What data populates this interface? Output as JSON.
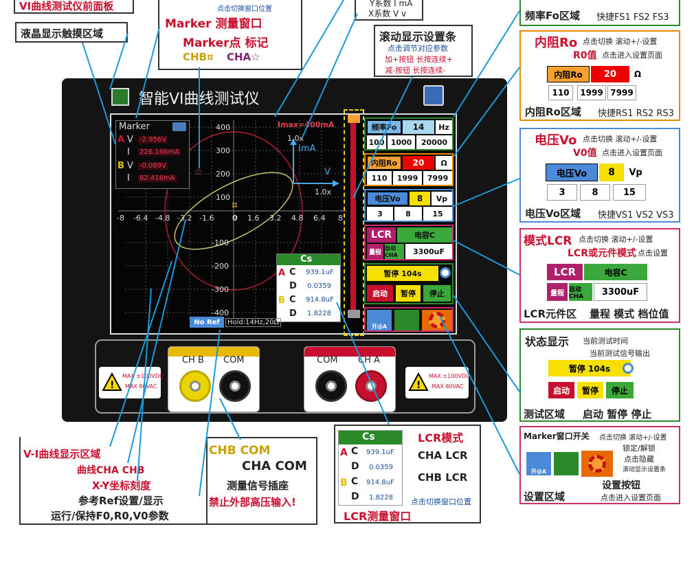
{
  "top_labels": {
    "front_panel": "VI曲线测试仪前面板",
    "lcd_touch": "液晶显示触摸区域",
    "marker_window": "Marker 测量窗口",
    "marker_point_title": "Marker点 标记",
    "marker_point_chb": "CHB",
    "marker_point_cha": "CHA",
    "y_coef": "Y系数 I mA",
    "x_coef": "X系数 V v",
    "frag_marker": "点击切换窗口位置",
    "scroll_title": "滚动显示设置条",
    "scroll_l1": "点击调节对应参数",
    "scroll_l2": "加+按钮 长按连续+",
    "scroll_l3": "减-按钮 长按连续-"
  },
  "device": {
    "title": "智能VI曲线测试仪",
    "no_ref": "No Ref",
    "hold": "Hold:14Hz,20Ω",
    "marker_label": "Marker",
    "imax": "Imax=400mA",
    "x_scale": "1.0x",
    "y_scale": "1.0x",
    "ima": "ImA",
    "v_axis": "V",
    "x_ticks": [
      "-8",
      "-6.4",
      "-4.8",
      "-3.2",
      "-1.6",
      "0",
      "1.6",
      "3.2",
      "4.8",
      "6.4",
      "8"
    ],
    "y_ticks": [
      "400",
      "300",
      "200",
      "100",
      "-100",
      "-200",
      "-300",
      "-400"
    ],
    "marker_rows": [
      {
        "ch": "A",
        "kind": "V",
        "value": "-2.956V"
      },
      {
        "ch": "",
        "kind": "I",
        "value": "226.166mA"
      },
      {
        "ch": "B",
        "kind": "V",
        "value": "-0.089V"
      },
      {
        "ch": "",
        "kind": "I",
        "value": "82.416mA"
      }
    ],
    "cs": {
      "title": "Cs",
      "rows": [
        {
          "ch": "A",
          "k": "C",
          "v": "939.1uF"
        },
        {
          "ch": "",
          "k": "D",
          "v": "0.0359"
        },
        {
          "ch": "B",
          "k": "C",
          "v": "914.8uF"
        },
        {
          "ch": "",
          "k": "D",
          "v": "1.8228"
        }
      ]
    },
    "freq": {
      "label": "频率Fo",
      "value": "14",
      "unit": "Hz",
      "quick": [
        "100",
        "1000",
        "20000"
      ]
    },
    "res": {
      "label": "内阻Ro",
      "value": "20",
      "unit": "Ω",
      "quick": [
        "110",
        "1999",
        "7999"
      ]
    },
    "volt": {
      "label": "电压Vo",
      "value": "8",
      "unit": "Vp",
      "quick": [
        "3",
        "8",
        "15"
      ]
    },
    "lcr": {
      "label": "LCR",
      "mode": "电容C",
      "range": "量程",
      "auto": "自动 CHA",
      "value": "3300uF"
    },
    "status": {
      "text": "暂停 104s"
    },
    "btns": {
      "start": "启动",
      "pause": "暂停",
      "stop": "停止"
    },
    "setting": {
      "lock": "开@A"
    },
    "jack_left": {
      "a": "CH B",
      "b": "COM"
    },
    "jack_right": {
      "a": "COM",
      "b": "CH A"
    },
    "warn": {
      "l1": "MAX ±100VDC",
      "l2": "MAX 80VAC"
    }
  },
  "right_panels": {
    "freq_region": "频率Fo区域",
    "freq_quick": "快捷FS1 FS2 FS3",
    "res_title": "内阻Ro",
    "res_desc1": "点击切换 滚动+/-设置",
    "res_desc2": "R0值",
    "res_desc3": "点击进入设置页面",
    "res_region": "内阻Ro区域",
    "res_quick": "快捷RS1 RS2 RS3",
    "volt_title": "电压Vo",
    "volt_desc1": "点击切换 滚动+/-设置",
    "volt_desc2": "V0值",
    "volt_desc3": "点击进入设置页面",
    "volt_region": "电压Vo区域",
    "volt_quick": "快捷VS1 VS2 VS3",
    "mode_title": "模式LCR",
    "mode_desc1": "点击切换 滚动+/-设置",
    "mode_desc2": "LCR或元件模式",
    "mode_desc3": "点击设置",
    "lcr_region": "LCR元件区",
    "lcr_sub": "量程 模式 档位值",
    "status_title": "状态显示",
    "status_time": "当前测试时间",
    "status_out": "当前测试信号输出",
    "test_region": "测试区域",
    "test_btns": "启动 暂停 停止",
    "marker_switch": "Marker窗口开关",
    "marker_switch_desc": "点击切换 滚动+/-设置",
    "lock_unlock": "锁定/解锁",
    "hide": "点击隐藏",
    "scroll_show": "滚动显示设置条",
    "setting_btn": "设置按钮",
    "setting_enter": "点击进入设置页面",
    "setting_region": "设置区域"
  },
  "bottom_labels": {
    "vi_region": "V-I曲线显示区域",
    "curve": "曲线CHA CHB",
    "xy": "X-Y坐标刻度",
    "ref": "参考Ref设置/显示",
    "run": "运行/保持F0,R0,V0参数",
    "chb_com": "CHB COM",
    "cha_com": "CHA COM",
    "jack": "测量信号插座",
    "forbid": "禁止外部高压输入!",
    "lcr_mode": "LCR模式",
    "cha_lcr": "CHA LCR",
    "chb_lcr": "CHB LCR",
    "switch_pos": "点击切换窗口位置",
    "lcr_window": "LCR测量窗口"
  }
}
